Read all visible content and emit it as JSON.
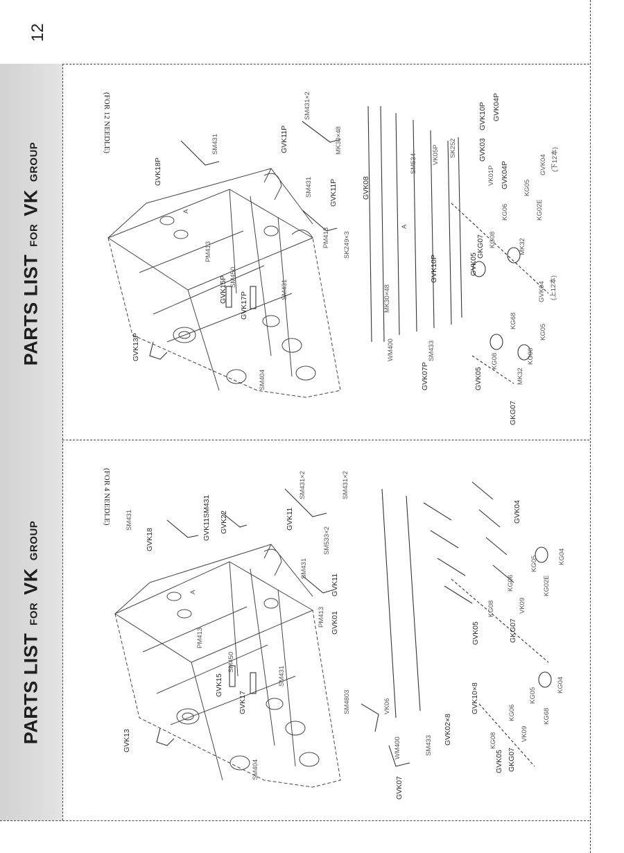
{
  "page": {
    "number": "12"
  },
  "sections": [
    {
      "title_main": "PARTS LIST",
      "title_for": "FOR",
      "title_group_code": "VK",
      "title_group": "GROUP",
      "caption": "(FOR 12 NEEDLE)",
      "labels": {
        "GVK18P": "GVK18P",
        "SM431_a": "SM431",
        "GVK11P_a": "GVK11P",
        "SM431x2": "SM431×2",
        "MK30x48_a": "MK30×48",
        "GVK04P_a": "GVK04P",
        "GVK03": "GVK03",
        "GVK10P_a": "GVK10P",
        "SK252": "SK252",
        "VK05P": "VK05P",
        "SM534": "SM534",
        "GVK08": "GVK08",
        "VK01P": "VK01P",
        "GVK04P_b": "GVK04P",
        "GVK04": "GVK04",
        "lower12": "(下12本)",
        "KG05_a": "KG05",
        "KG02E": "KG02E",
        "MK32_a": "MK32",
        "KG06_a": "KG06",
        "KG08_a": "KG08",
        "GKG07_a": "GKG07",
        "GVK05_a": "GVK05",
        "GVK10P_b": "GVK10P",
        "SM431_b": "SM431",
        "GVK11P_b": "GVK11P",
        "PM413_a": "PM413",
        "SK249x3": "SK249×3",
        "PM413_b": "PM413",
        "SM450": "SM450",
        "GVK15P": "GVK15P",
        "GVK17P": "GVK17P",
        "SM431_c": "SM431",
        "MK30x48_b": "MK30×48",
        "A_mark_a": "A",
        "A_mark_b": "A",
        "GVK13P": "GVK13P",
        "SM404": "SM404",
        "WM400": "WM400",
        "SM433": "SM433",
        "GVK07P": "GVK07P",
        "GVK04_b": "GVK04",
        "upper12": "(上12本)",
        "KG68": "KG68",
        "KG05_b": "KG05",
        "KG06_b": "KG06",
        "KG08_b": "KG08",
        "MK32_b": "MK32",
        "GVK05_b": "GVK05",
        "GKG07_b": "GKG07"
      }
    },
    {
      "title_main": "PARTS LIST",
      "title_for": "FOR",
      "title_group_code": "VK",
      "title_group": "GROUP",
      "caption": "(FOR 4 NEEDLE)",
      "labels": {
        "SM431_a": "SM431",
        "GVK18": "GVK18",
        "GVK11SM431": "GVK11SM431",
        "GVK22": "GVK22",
        "GVK11_a": "GVK11",
        "SM431x2_a": "SM431×2",
        "SM431x2_b": "SM431×2",
        "SM533x2": "SM533×2",
        "GVK04": "GVK04",
        "SM431_b": "SM431",
        "GVK11_b": "GVK11",
        "KG04_a": "KG04",
        "KG05_a": "KG05",
        "KG02E": "KG02E",
        "KG06_a": "KG06",
        "VK09_a": "VK09",
        "KG08_a": "KG08",
        "GKG07_a": "GKG07",
        "GVK05_a": "GVK05",
        "GVK01": "GVK01",
        "PM413_a": "PM413",
        "PM413_b": "PM413",
        "GVK15": "GVK15",
        "SM450": "SM450",
        "SM431_c": "SM431",
        "GVK17": "GVK17",
        "GVK13": "GVK13",
        "SM404": "SM404",
        "SM4803": "SM4803",
        "VK06": "VK06",
        "GVK10x8": "GVK10×8",
        "SM433": "SM433",
        "GVK02x8": "GVK02×8",
        "WM400": "WM400",
        "GVK07": "GVK07",
        "KG04_b": "KG04",
        "KG05_b": "KG05",
        "KG68": "KG68",
        "KG06_b": "KG06",
        "VK09_b": "VK09",
        "KG08_b": "KG08",
        "GKG07_b": "GKG07",
        "GVK05_b": "GVK05",
        "A_mark": "A"
      }
    }
  ]
}
